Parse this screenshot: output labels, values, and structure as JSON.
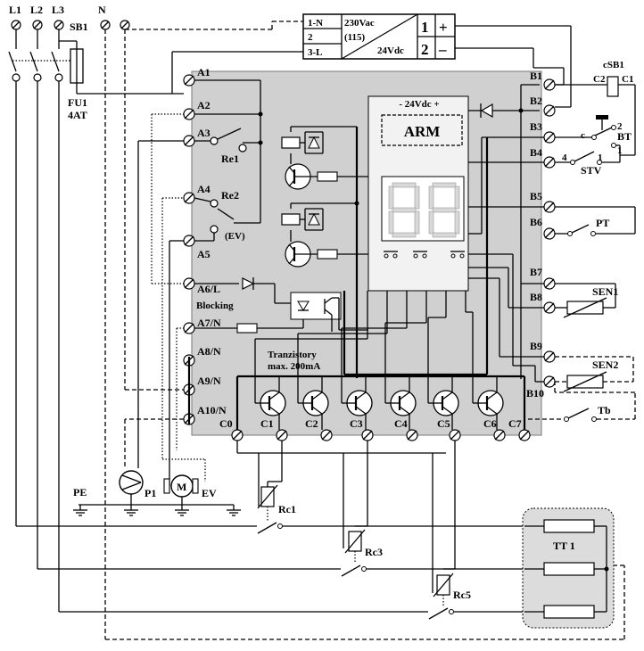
{
  "supply": {
    "l1": "L1",
    "l2": "L2",
    "l3": "L3",
    "n": "N",
    "sb1": "SB1",
    "fu1": "FU1",
    "fu1_rating": "4AT",
    "pe": "PE"
  },
  "psu": {
    "in1": "1-N",
    "in2": "2",
    "in3": "3-L",
    "v_in": "230Vac",
    "v_alt": "(115)",
    "v_out": "24Vdc",
    "out1": "1",
    "out2": "2",
    "plus": "+",
    "minus": "–"
  },
  "controller": {
    "name": "ARM",
    "supply": "- 24Vdc +",
    "left_terms": [
      "A1",
      "A2",
      "A3",
      "A4",
      "A5",
      "A6/L",
      "A7/N",
      "A8/N",
      "A9/N",
      "A10/N"
    ],
    "right_terms": [
      "B1",
      "B2",
      "B3",
      "B4",
      "B5",
      "B6",
      "B7",
      "B8",
      "B9",
      "B10"
    ],
    "bottom_terms": [
      "C0",
      "C1",
      "C2",
      "C3",
      "C4",
      "C5",
      "C6",
      "C7"
    ],
    "relays": [
      "Re1",
      "Re2"
    ],
    "ev_tag": "(EV)",
    "blocking": "Blocking",
    "transistor_note_1": "Tranzistory",
    "transistor_note_2": "max. 200mA"
  },
  "field": {
    "csb1": "cSB1",
    "c2": "C2",
    "c1": "C1",
    "bt": "BT",
    "bt_c": "c",
    "bt_2": "2",
    "bt_1": "1",
    "stv": "STV",
    "stv_4": "4",
    "stv_1": "1",
    "pt": "PT",
    "sen1": "SEN1",
    "sen2": "SEN2",
    "tb": "Tb",
    "p1": "P1",
    "ev": "EV",
    "motor": "M",
    "rc1": "Rc1",
    "rc3": "Rc3",
    "rc5": "Rc5",
    "tt1": "TT 1"
  }
}
